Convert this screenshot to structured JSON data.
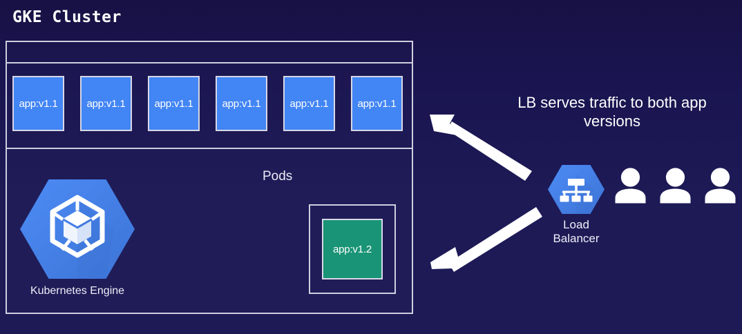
{
  "diagram": {
    "title": "GKE Cluster",
    "background_color": "#1d1a56",
    "accent_blue": "#4285f4",
    "accent_green": "#1a9476",
    "border_color": "#cfcfe0"
  },
  "cluster": {
    "title": "GKE Cluster",
    "pods_label": "Pods",
    "stable_pods": [
      {
        "label": "app:v1.1"
      },
      {
        "label": "app:v1.1"
      },
      {
        "label": "app:v1.1"
      },
      {
        "label": "app:v1.1"
      },
      {
        "label": "app:v1.1"
      },
      {
        "label": "app:v1.1"
      }
    ],
    "canary_pod": {
      "label": "app:v1.2"
    },
    "gke": {
      "caption": "Kubernetes Engine",
      "icon": "kubernetes-engine-hexagon-icon"
    }
  },
  "load_balancer": {
    "caption_line1": "Load",
    "caption_line2": "Balancer",
    "icon": "load-balancer-hexagon-icon"
  },
  "users": {
    "icon": "user-icon",
    "count": 3
  },
  "annotation": {
    "note_line1": "LB serves traffic to both app",
    "note_line2": "versions"
  },
  "arrows": [
    {
      "name": "arrow-lb-to-stable-pods",
      "direction": "up-left"
    },
    {
      "name": "arrow-lb-to-canary-pod",
      "direction": "down-left"
    }
  ]
}
